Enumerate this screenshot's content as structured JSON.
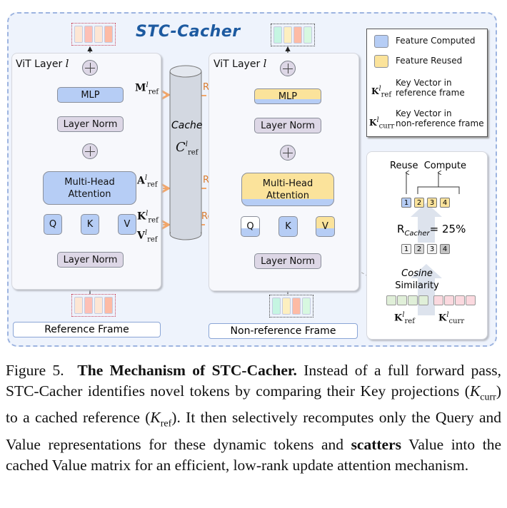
{
  "diagram": {
    "title": "STC-Cacher",
    "colors": {
      "feature_computed": "#b6cdf5",
      "feature_reused": "#fbe39b",
      "reuse_arrow": "#f2a66a",
      "title": "#1d5aa0",
      "layer_norm": "#ddd7e6",
      "cache": "#d3d8e1"
    },
    "left_panel": {
      "layer_title": "ViT Layer",
      "layer_var": "l",
      "mlp": "MLP",
      "layer_norm_top": "Layer Norm",
      "attention_line1": "Multi-Head",
      "attention_line2": "Attention",
      "q": "Q",
      "k": "K",
      "v": "V",
      "layer_norm_bottom": "Layer Norm",
      "frame_label": "Reference Frame",
      "output_tokens": [
        "#fde6d4",
        "#fdc0b6",
        "#fde6d4",
        "#fdbba5"
      ],
      "input_tokens": [
        "#fde6d4",
        "#fdc0b6",
        "#fde6d4",
        "#fdbba5"
      ]
    },
    "cache": {
      "label": "Cache",
      "symbol": "C",
      "sup": "l",
      "sub": "ref"
    },
    "arrows": {
      "mlp_out": {
        "sym": "M",
        "sup": "l",
        "sub": "ref"
      },
      "attn_out": {
        "sym": "A",
        "sup": "l",
        "sub": "ref"
      },
      "k_out": {
        "sym": "K",
        "sup": "l",
        "sub": "ref"
      },
      "v_out": {
        "sym": "V",
        "sup": "l",
        "sub": "ref"
      },
      "reuse_labels": [
        "Reuse",
        "Reuse",
        "Reuse"
      ]
    },
    "right_panel": {
      "layer_title": "ViT Layer",
      "layer_var": "l",
      "mlp": "MLP",
      "layer_norm_top": "Layer Norm",
      "attention_line1": "Multi-Head",
      "attention_line2": "Attention",
      "q": "Q",
      "k": "K",
      "v": "V",
      "layer_norm_bottom": "Layer Norm",
      "frame_label": "Non-reference Frame",
      "output_tokens": [
        "#c5f5e2",
        "#fdefc0",
        "#fdbba5",
        "#d7f8e0"
      ],
      "input_tokens": [
        "#c5f5e2",
        "#fdefc0",
        "#fdbba5",
        "#d7f8e0"
      ]
    },
    "legend": {
      "items": [
        {
          "type": "swatch",
          "color": "#b6cdf5",
          "label": "Feature Computed"
        },
        {
          "type": "swatch",
          "color": "#fbe39b",
          "label": "Feature Reused"
        },
        {
          "type": "math",
          "sym": "K",
          "sup": "l",
          "sub": "ref",
          "label_line1": "Key Vector in",
          "label_line2": "reference frame"
        },
        {
          "type": "math",
          "sym": "K",
          "sup": "l",
          "sub": "curr",
          "label_line1": "Key Vector in",
          "label_line2": "non-reference frame"
        }
      ]
    },
    "cacher_detail": {
      "reuse_label": "Reuse",
      "compute_label": "Compute",
      "top_tokens": [
        {
          "n": "1",
          "color": "#b6cdf5"
        },
        {
          "n": "2",
          "color": "#fbe39b"
        },
        {
          "n": "3",
          "color": "#fbe39b"
        },
        {
          "n": "4",
          "color": "#fbe39b"
        }
      ],
      "ratio_label": "R",
      "ratio_sub": "Cacher",
      "ratio_value": "= 25%",
      "ratio_percent": 25,
      "mid_tokens": [
        {
          "n": "1",
          "color": "#f2f2f2"
        },
        {
          "n": "2",
          "color": "#d8d8d8"
        },
        {
          "n": "3",
          "color": "#f2f2f2"
        },
        {
          "n": "4",
          "color": "#c4c4c4"
        }
      ],
      "similarity_line1": "Cosine",
      "similarity_line2": "Similarity",
      "kref_tokens_color": "#e0efd8",
      "kcurr_tokens_color": "#fbd9df",
      "kref": {
        "sym": "K",
        "sup": "l",
        "sub": "ref"
      },
      "kcurr": {
        "sym": "K",
        "sup": "l",
        "sub": "curr"
      }
    }
  },
  "caption": {
    "label": "Figure 5.",
    "bold_title": "The Mechanism of STC-Cacher.",
    "part1": "Instead of a full forward pass, STC-Cacher identifies novel tokens by comparing their Key projections (",
    "kcurr_sym": "K",
    "kcurr_sub": "curr",
    "part2": ") to a cached reference (",
    "kref_sym": "K",
    "kref_sub": "ref",
    "part3": "). It then selectively recomputes only the Query and Value representations for these dynamic tokens and ",
    "bold_word": "scatters",
    "part4": " Value into the cached Value matrix for an efficient, low-rank update attention mechanism."
  }
}
